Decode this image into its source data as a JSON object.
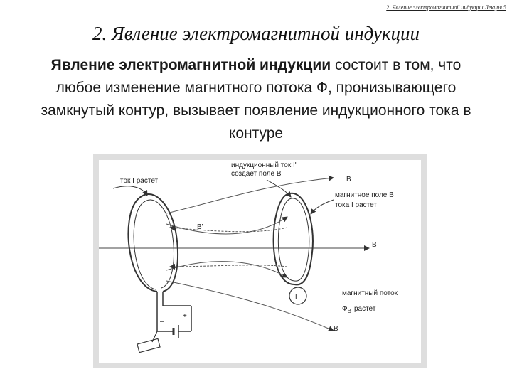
{
  "header": {
    "note": "2. Явление электромагнитной индукции Лекция 5"
  },
  "slide": {
    "title": "2. Явление электромагнитной индукции",
    "body_bold": "Явление электромагнитной индукции",
    "body_rest": " состоит в том, что любое изменение магнитного потока Ф, пронизывающего замкнутый контур, вызывает появление индукционного тока в контуре"
  },
  "figure": {
    "label_current_grows": "ток I растет",
    "label_induced_1": "индукционный ток I'",
    "label_induced_2": "создает поле B'",
    "label_bprime": "B'",
    "label_b_top": "B",
    "label_field_1": "магнитное поле B",
    "label_field_2": "тока I растет",
    "label_b_axis": "B",
    "label_galv": "Г",
    "label_flux_1": "магнитный поток",
    "label_flux_2": "Ф",
    "label_flux_sub": "B",
    "label_flux_3": "растет",
    "label_b_bottom": "B",
    "label_plus": "+",
    "label_minus": "–"
  }
}
